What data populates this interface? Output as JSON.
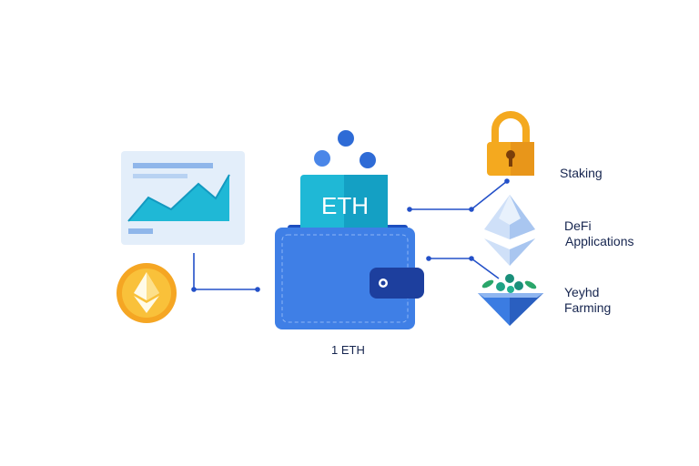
{
  "wallet": {
    "token_label": "ETH",
    "amount_label": "1 ETH"
  },
  "options": {
    "staking": {
      "label": "Staking",
      "icon": "padlock-icon"
    },
    "defi": {
      "label_line1": "DeFi",
      "label_line2": "Applications",
      "icon": "ethereum-crystal-icon"
    },
    "farming": {
      "label_line1": "Yeyhd",
      "label_line2": "Farming",
      "icon": "yield-funnel-icon"
    }
  },
  "icons": {
    "chart": "line-chart-icon",
    "coin": "ethereum-coin-icon",
    "wallet": "wallet-icon"
  },
  "colors": {
    "wallet_blue": "#3f7fe6",
    "eth_card": "#1fb8d6",
    "coin_gold": "#f5a623",
    "lock_gold": "#f4a91f",
    "line_blue": "#2350c8",
    "text": "#16254f"
  }
}
